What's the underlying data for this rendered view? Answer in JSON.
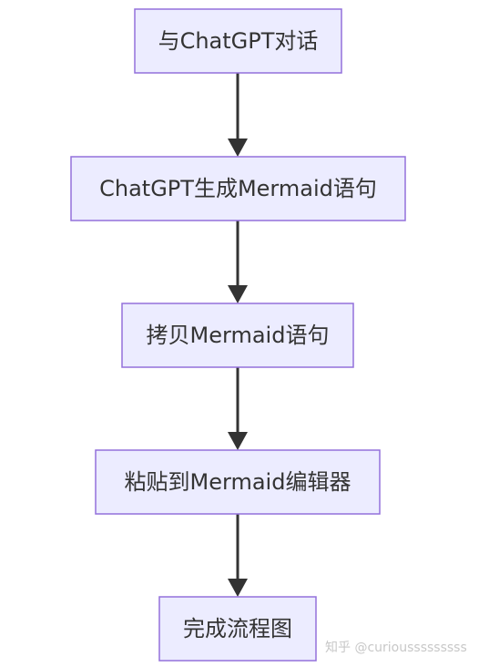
{
  "diagram": {
    "type": "flowchart",
    "direction": "top-down",
    "nodes": [
      {
        "id": "step-1",
        "label": "与ChatGPT对话"
      },
      {
        "id": "step-2",
        "label": "ChatGPT生成Mermaid语句"
      },
      {
        "id": "step-3",
        "label": "拷贝Mermaid语句"
      },
      {
        "id": "step-4",
        "label": "粘贴到Mermaid编辑器"
      },
      {
        "id": "step-5",
        "label": "完成流程图"
      }
    ],
    "edges": [
      {
        "from": "step-1",
        "to": "step-2"
      },
      {
        "from": "step-2",
        "to": "step-3"
      },
      {
        "from": "step-3",
        "to": "step-4"
      },
      {
        "from": "step-4",
        "to": "step-5"
      }
    ],
    "colors": {
      "node_fill": "#ECECFF",
      "node_border": "#9370DB",
      "edge": "#333333",
      "text": "#333333"
    }
  },
  "watermark": {
    "text": "知乎 @curiousssssssss"
  }
}
